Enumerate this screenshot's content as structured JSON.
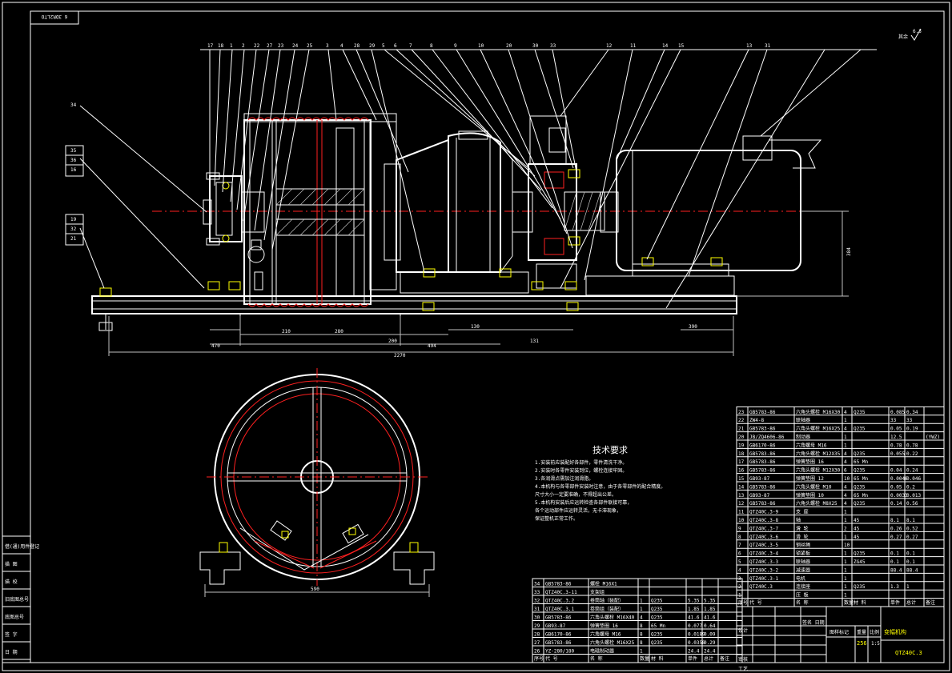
{
  "drawing": {
    "corner_stamp": "6 3DR2LTO",
    "roughness_note": "其余",
    "roughness_value": "6.3"
  },
  "callouts_top": [
    "17",
    "18",
    "1",
    "2",
    "22",
    "27",
    "23",
    "24",
    "25",
    "3",
    "4",
    "28",
    "29",
    "5",
    "6",
    "7",
    "8",
    "9",
    "10",
    "20",
    "30",
    "33",
    "12",
    "11",
    "14",
    "15",
    "13",
    "31"
  ],
  "callouts_left": [
    "34",
    "35",
    "36",
    "16",
    "19",
    "32",
    "21"
  ],
  "dims": {
    "d1": "210",
    "d2": "280",
    "d3": "200",
    "d4": "130",
    "d5": "131",
    "d6": "390",
    "total_a": "470",
    "total_b": "494",
    "overall": "2270",
    "height": "384",
    "bottom_width": "590"
  },
  "tech_req": {
    "title": "技术要求",
    "lines": [
      "1.安装前应装配好各部件，零件清洗干净。",
      "2.安装时各零件安装到位，螺栓连接牢固。",
      "3.各润滑点需加注润滑脂。",
      "4.本机构与各零部件安装时注意，由于各零部件的配合精度。",
      "  尺寸大小一定要准确，不得超出公差。",
      "5.本机构安装后应运转检查各部件联接可靠，",
      "  各个运动部件应运转灵活，无卡滞现象，",
      "  保证整机正常工作。"
    ]
  },
  "title_block": {
    "title": "变幅机构",
    "drawing_no": "QTZ40C.3",
    "weight": "256",
    "scale": "1:5",
    "stage_label": "图样标记",
    "weight_label": "重量",
    "scale_label": "比例",
    "rows_left": [
      "设计",
      "",
      "",
      "审核",
      "工艺"
    ],
    "date_header": "签名  日期"
  },
  "left_stamps": [
    "借(通)用件登记",
    "描 图",
    "描 校",
    "旧底图总号",
    "底图总号",
    "签 字",
    "日 期"
  ],
  "bom_right": {
    "headers": [
      "序号",
      "代 号",
      "名 称",
      "数量",
      "材 料",
      "单件",
      "总计",
      "备注"
    ],
    "rows": [
      [
        "23",
        "GB5783-86",
        "六角头螺栓 M16X30",
        "4",
        "Q235",
        "0.085",
        "0.34",
        ""
      ],
      [
        "22",
        "ZW4-8",
        "联轴器",
        "1",
        "",
        "33",
        "33",
        ""
      ],
      [
        "21",
        "GB5783-86",
        "六角头螺栓 M16X25",
        "4",
        "Q235",
        "0.05",
        "0.19",
        ""
      ],
      [
        "20",
        "JB/ZQ4606-86",
        "制动器",
        "1",
        "",
        "12.5",
        "",
        "(YWZ)"
      ],
      [
        "19",
        "GB6170-86",
        "六角螺母 M16",
        "1",
        "",
        "0.78",
        "0.78",
        ""
      ],
      [
        "18",
        "GB5783-86",
        "六角头螺栓 M12X35",
        "4",
        "Q235",
        "0.055",
        "0.22",
        ""
      ],
      [
        "17",
        "GB5783-86",
        "弹簧垫圈 16",
        "4",
        "65 Mn",
        "",
        "",
        ""
      ],
      [
        "16",
        "GB5783-86",
        "六角头螺栓 M12X30",
        "6",
        "Q235",
        "0.04",
        "0.24",
        ""
      ],
      [
        "15",
        "GB93-87",
        "弹簧垫圈 12",
        "10",
        "65 Mn",
        "0.0046",
        "0.046",
        ""
      ],
      [
        "14",
        "GB5783-86",
        "六角头螺栓 M10",
        "4",
        "Q235",
        "0.05",
        "0.2",
        ""
      ],
      [
        "13",
        "GB93-87",
        "弹簧垫圈 10",
        "4",
        "65 Mn",
        "0.0033",
        "0.013",
        ""
      ],
      [
        "12",
        "GB5783-86",
        "六角头螺栓 M8X25",
        "4",
        "Q235",
        "0.14",
        "0.56",
        ""
      ],
      [
        "11",
        "QTZ40C.3-9",
        "支 座",
        "1",
        "",
        "",
        "",
        ""
      ],
      [
        "10",
        "QTZ40C.3-8",
        "轴",
        "1",
        "45",
        "8.1",
        "8.1",
        ""
      ],
      [
        "9",
        "QTZ40C.3-7",
        "滑 轮",
        "2",
        "45",
        "0.26",
        "0.52",
        ""
      ],
      [
        "8",
        "QTZ40C.3-6",
        "滑 轮",
        "1",
        "45",
        "0.27",
        "0.27",
        ""
      ],
      [
        "7",
        "QTZ40C.3-5",
        "钢丝绳",
        "10",
        "",
        "",
        "",
        ""
      ],
      [
        "6",
        "QTZ40C.3-4",
        "锁紧板",
        "1",
        "Q235",
        "0.1",
        "0.1",
        ""
      ],
      [
        "5",
        "QTZ40C.3-3",
        "联轴器",
        "1",
        "ZG45",
        "0.1",
        "0.1",
        ""
      ],
      [
        "4",
        "QTZ40C.3-2",
        "减速器",
        "1",
        "",
        "88.4",
        "88.4",
        ""
      ],
      [
        "3",
        "QTZ40C.3-1",
        "电机",
        "1",
        "",
        "",
        "",
        ""
      ],
      [
        "2",
        "QTZ40C.3",
        "连接座",
        "1",
        "Q235",
        "1.3",
        "1",
        ""
      ],
      [
        "1",
        "",
        "压 板",
        "1",
        "",
        "",
        "",
        ""
      ]
    ]
  },
  "bom_left": {
    "headers": [
      "序号",
      "代 号",
      "名 称",
      "数量",
      "材 料",
      "单件",
      "总计",
      "备注"
    ],
    "rows": [
      [
        "34",
        "GB5783-86",
        "螺栓 M16X1",
        "",
        "",
        "",
        "",
        ""
      ],
      [
        "33",
        "QTZ40C.3-11",
        "支架组",
        "",
        "",
        "",
        "",
        ""
      ],
      [
        "32",
        "QTZ40C.3.2",
        "卷筒轴（装配）",
        "1",
        "Q235",
        "5.35",
        "5.35",
        ""
      ],
      [
        "31",
        "QTZ40C.3.1",
        "卷筒组（装配）",
        "1",
        "Q235",
        "1.85",
        "1.85",
        ""
      ],
      [
        "30",
        "GB5783-86",
        "六角头螺栓 M16X40",
        "4",
        "Q235",
        "41.6",
        "41.6",
        ""
      ],
      [
        "29",
        "GB93-87",
        "弹簧垫圈 16",
        "8",
        "65 Mn",
        "0.077",
        "0.64",
        ""
      ],
      [
        "28",
        "GB6170-86",
        "六角螺母 M16",
        "8",
        "Q235",
        "0.0189",
        "0.09",
        ""
      ],
      [
        "27",
        "GB5783-86",
        "六角头螺栓 M16X25",
        "8",
        "Q235",
        "0.0358",
        "0.29",
        ""
      ],
      [
        "26",
        "YZ-280/180",
        "电磁制动器",
        "1",
        "",
        "24.4",
        "24.4",
        ""
      ]
    ]
  }
}
